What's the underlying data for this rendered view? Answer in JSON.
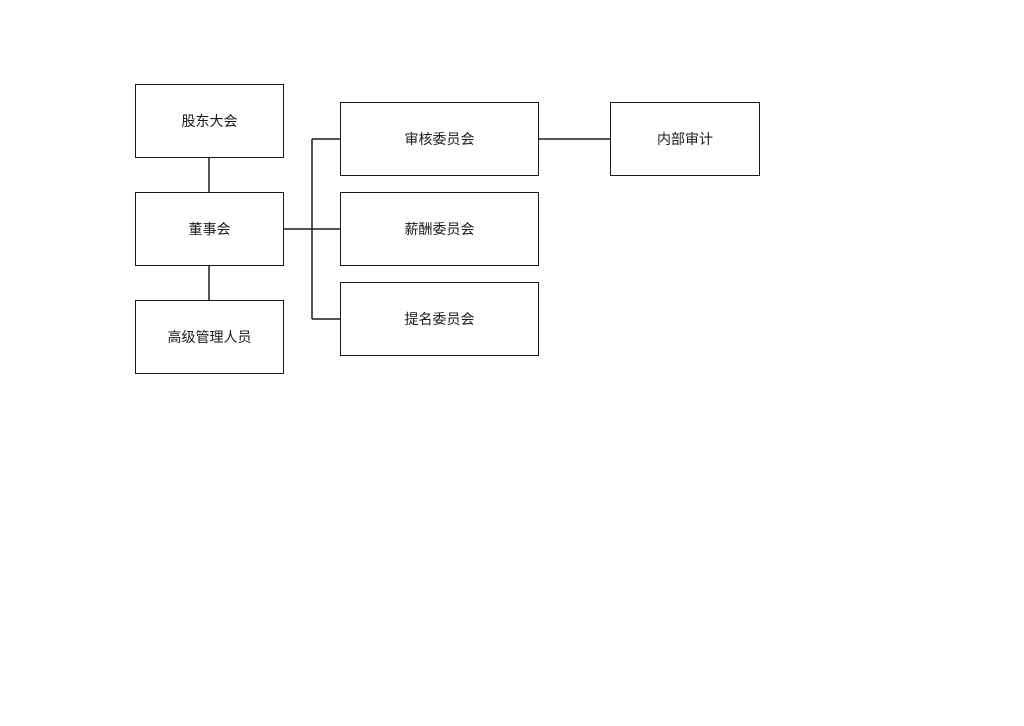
{
  "diagram": {
    "type": "org-chart",
    "nodes": {
      "shareholders": "股东大会",
      "board": "董事会",
      "senior_management": "高级管理人员",
      "audit_committee": "审核委员会",
      "compensation_committee": "薪酬委员会",
      "nomination_committee": "提名委员会",
      "internal_audit": "内部审计"
    },
    "edges": [
      [
        "shareholders",
        "board"
      ],
      [
        "board",
        "senior_management"
      ],
      [
        "board",
        "audit_committee"
      ],
      [
        "board",
        "compensation_committee"
      ],
      [
        "board",
        "nomination_committee"
      ],
      [
        "audit_committee",
        "internal_audit"
      ]
    ]
  }
}
